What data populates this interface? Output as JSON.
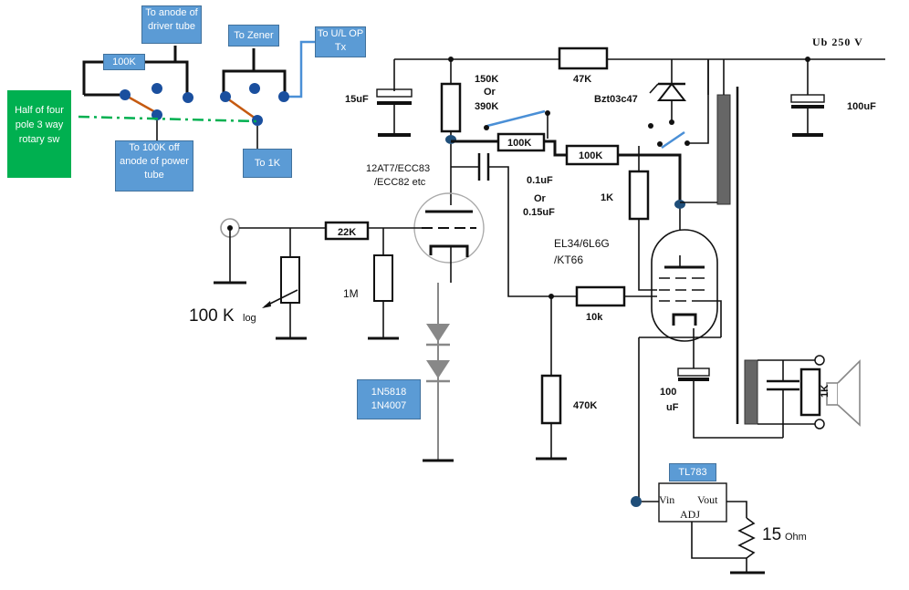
{
  "notes": {
    "driver_anode": "To anode of driver tube",
    "r100k": "100K",
    "power_anode": "To 100K off anode of power tube",
    "to_zener": "To Zener",
    "to_ul": "To U/L OP Tx",
    "to_1k": "To 1K",
    "diodes": "1N5818 1N4007",
    "regulator": "TL783",
    "rotary_switch": "Half of four pole 3 way rotary sw"
  },
  "labels": {
    "plate_resistor": "",
    "r150k": "150K",
    "or": "Or",
    "r390k": "390K",
    "r47k": "47K",
    "zener": "Bzt03c47",
    "ub": "Ub 250 V",
    "c15uf": "15uF",
    "c100uf_rail": "100uF",
    "r100k_a": "100K",
    "r100k_b": "100K",
    "preamp_tube_1": "12AT7/ECC83",
    "preamp_tube_2": "/ECC82 etc",
    "c01uf": "0.1uF",
    "c015uf": "0.15uF",
    "r1k": "1K",
    "power_tube_1": "EL34/6L6G",
    "power_tube_2": "/KT66",
    "r22k": "22K",
    "r1m": "1M",
    "pot_value": "100 K",
    "pot_taper": "log",
    "r10k": "10k",
    "r470k": "470K",
    "c100_line1": "100",
    "c100_line2": "uF",
    "r1k_speaker": "1K",
    "vin": "Vin",
    "vout": "Vout",
    "adj": "ADJ",
    "load_value": "15",
    "load_unit": "Ohm"
  }
}
